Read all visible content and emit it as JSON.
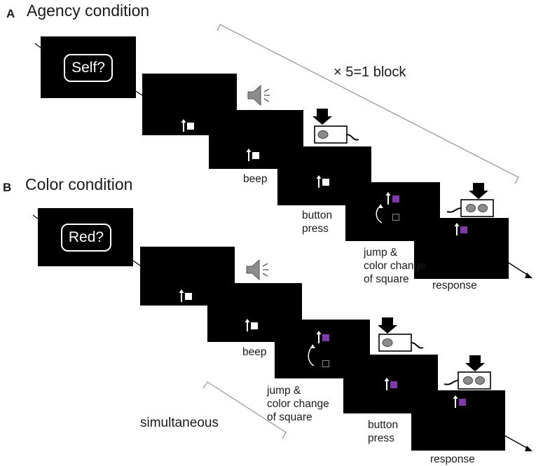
{
  "panel_a": {
    "letter": "A",
    "title": "Agency condition",
    "question": "Self?",
    "repeat_label": "× 5=1 block",
    "captions": {
      "beep": "beep",
      "button_press": "button\npress",
      "jump": "jump &\ncolor change\nof square",
      "response": "response"
    }
  },
  "panel_b": {
    "letter": "B",
    "title": "Color condition",
    "question": "Red?",
    "simultaneous_label": "simultaneous",
    "captions": {
      "beep": "beep",
      "jump": "jump &\ncolor change\nof square",
      "button_press": "button\npress",
      "response": "response"
    }
  },
  "colors": {
    "screen": "#000000",
    "square_white": "#ffffff",
    "square_purple": "#7d3aa8",
    "bracket": "#9a9a9a",
    "speaker": "#8c8c8c"
  },
  "icons": [
    "speaker-icon",
    "button-box-icon",
    "press-arrow-icon",
    "up-arrow-icon",
    "jump-arrow-icon"
  ]
}
